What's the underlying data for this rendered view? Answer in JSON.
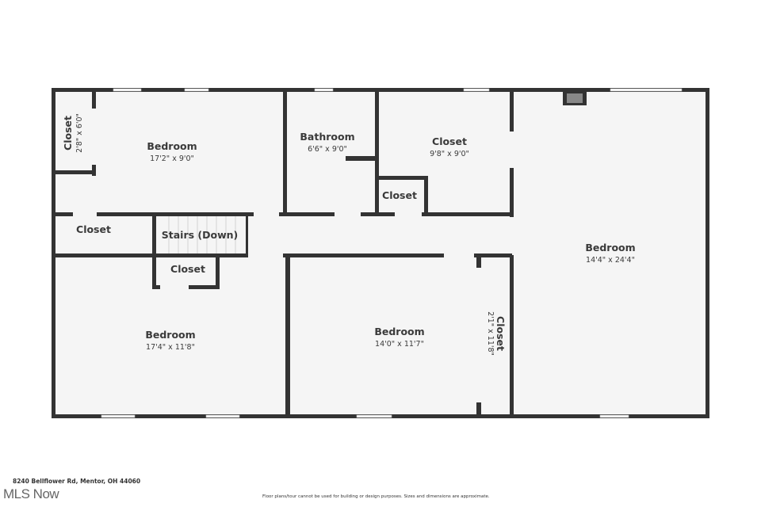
{
  "rooms": {
    "bedroom_nw": {
      "name": "Bedroom",
      "dims": "17'2\" x 9'0\""
    },
    "closet_nw": {
      "name": "Closet",
      "dims": "2'8\" x 6'0\""
    },
    "bathroom": {
      "name": "Bathroom",
      "dims": "6'6\" x 9'0\""
    },
    "closet_n": {
      "name": "Closet",
      "dims": "9'8\" x 9'0\""
    },
    "closet_small": {
      "name": "Closet"
    },
    "closet_w": {
      "name": "Closet"
    },
    "stairs": {
      "name": "Stairs (Down)"
    },
    "closet_mid": {
      "name": "Closet"
    },
    "bedroom_sw": {
      "name": "Bedroom",
      "dims": "17'4\" x 11'8\""
    },
    "bedroom_s": {
      "name": "Bedroom",
      "dims": "14'0\" x 11'7\""
    },
    "closet_s": {
      "name": "Closet",
      "dims": "2'1\" x 11'8\""
    },
    "bedroom_e": {
      "name": "Bedroom",
      "dims": "14'4\" x 24'4\""
    }
  },
  "footer": {
    "address": "8240 Bellflower Rd, Mentor, OH 44060",
    "logo": "MLS Now",
    "disclaimer": "Floor plans/tour cannot be used for building or design purposes. Sizes and dimensions are approximate."
  },
  "colors": {
    "wall": "#333333",
    "floor": "#f5f5f5"
  }
}
